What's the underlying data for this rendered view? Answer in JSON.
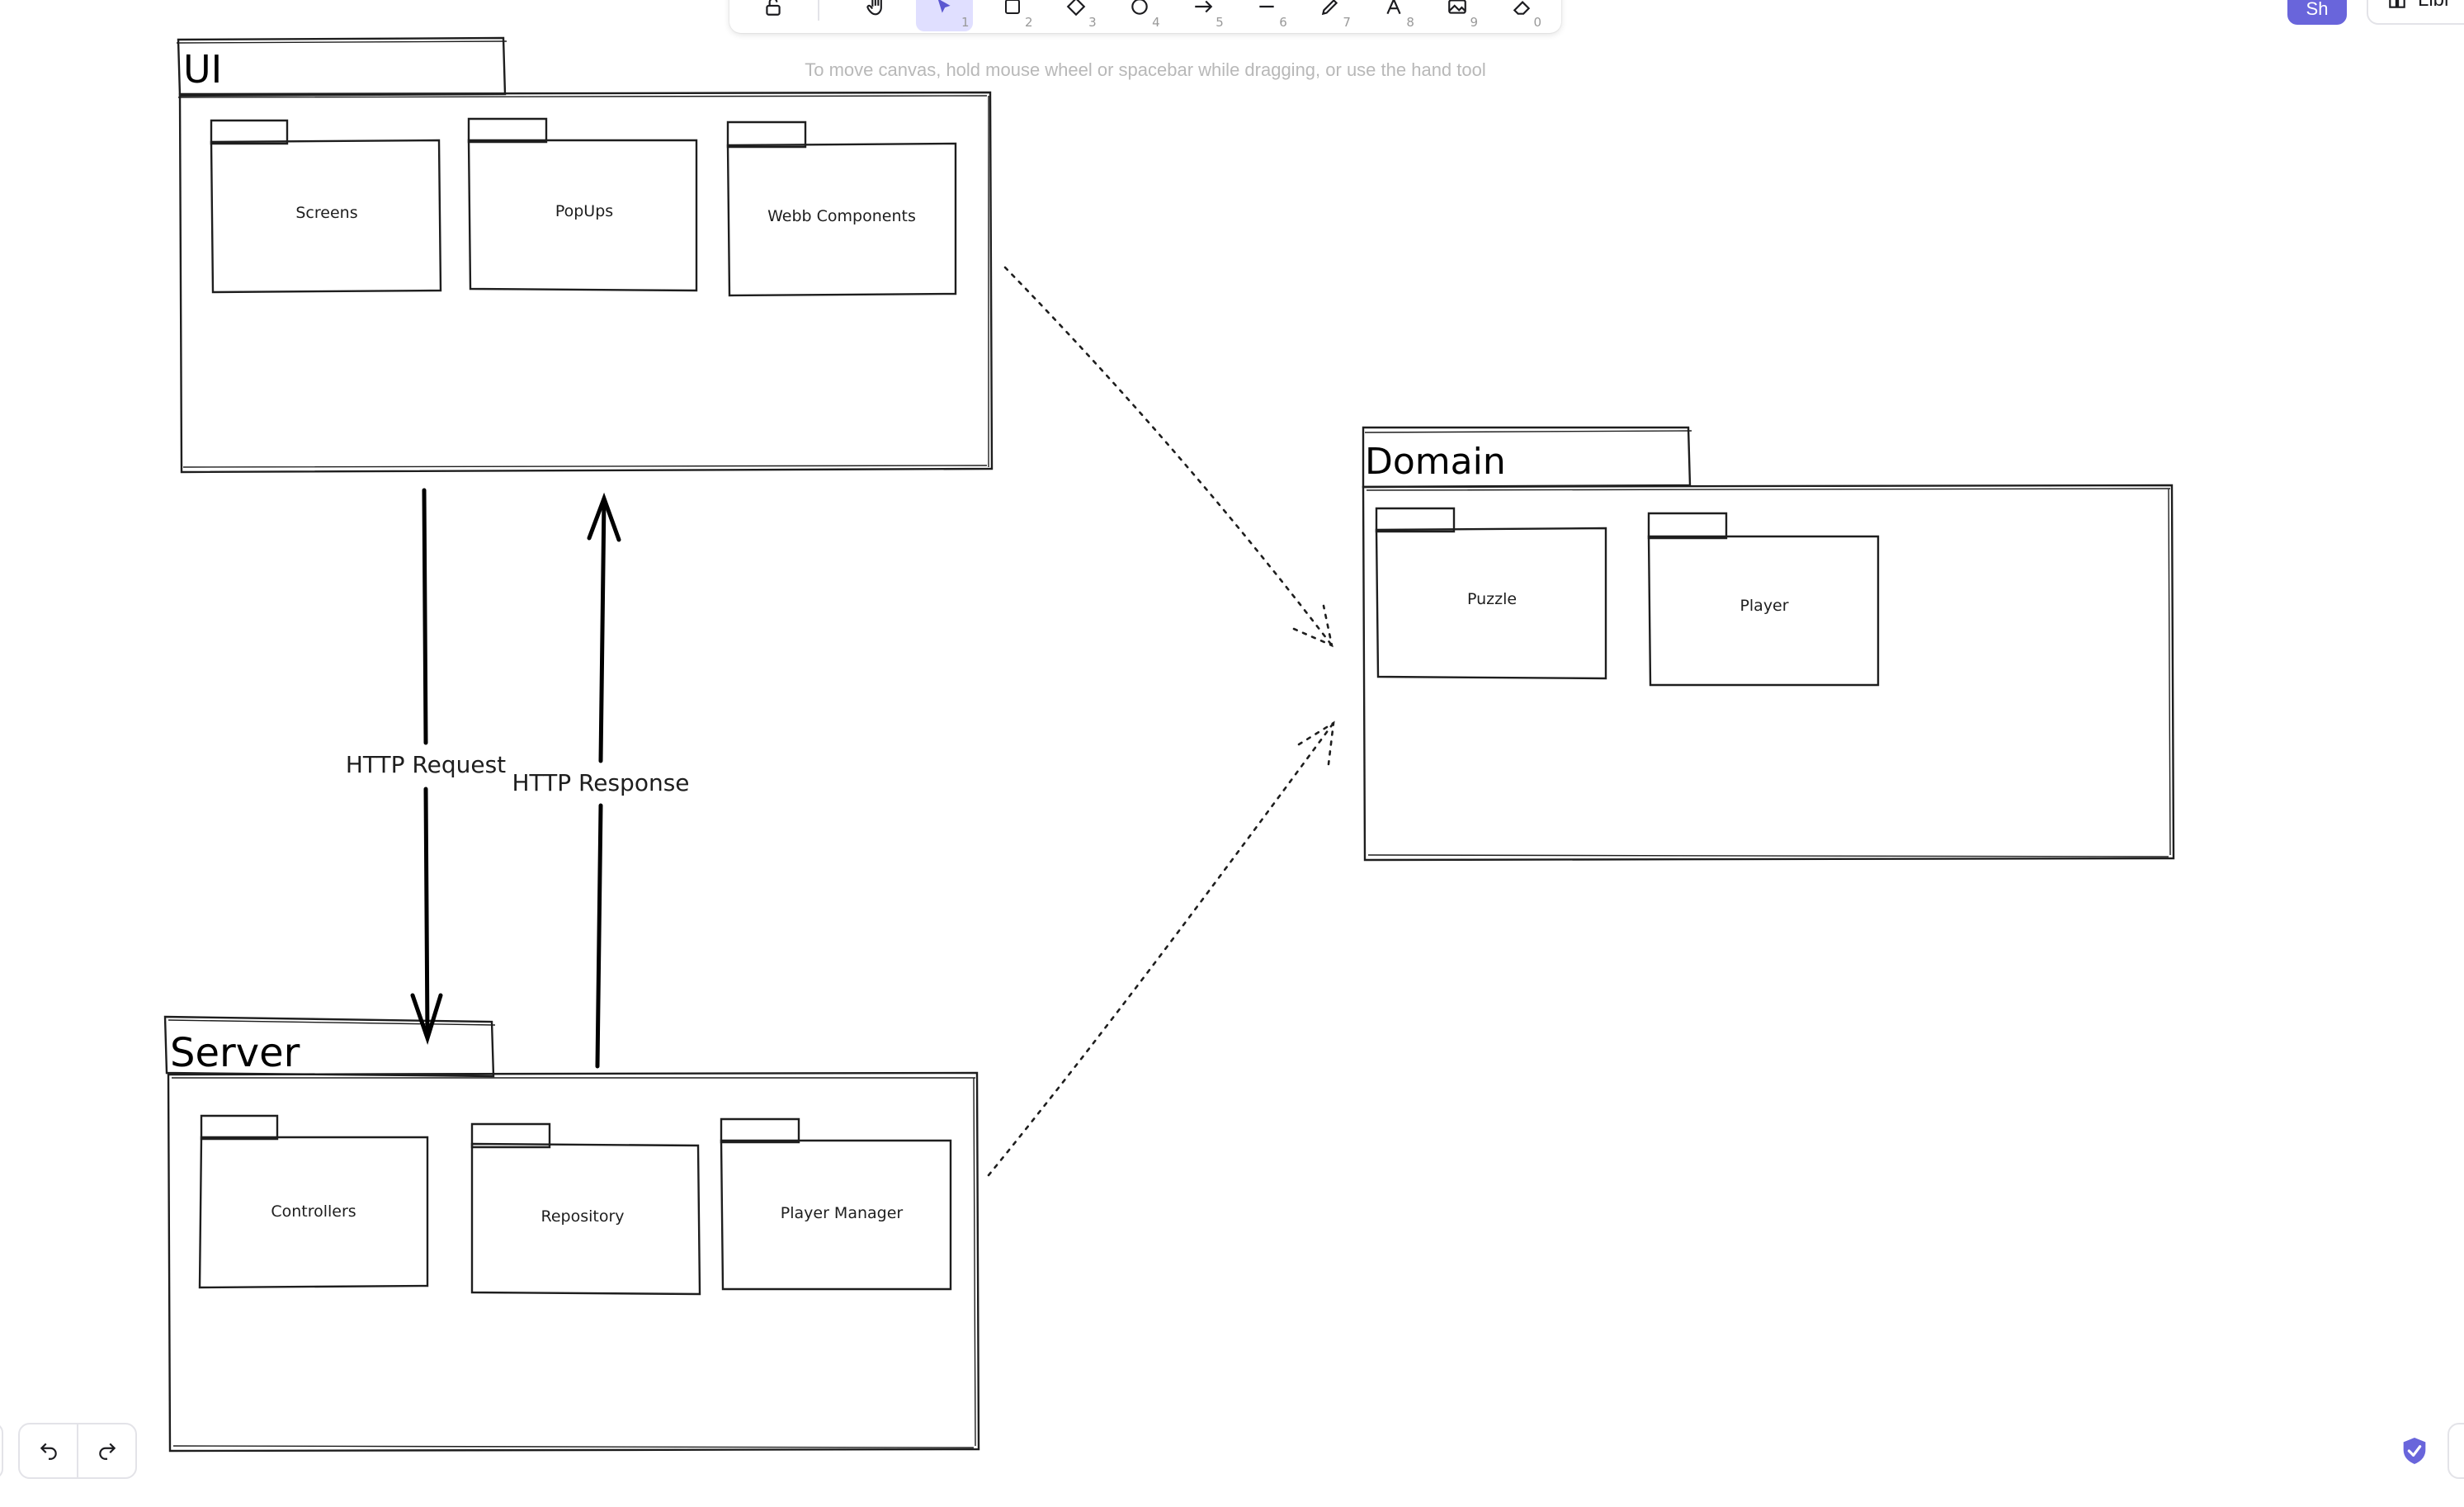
{
  "toolbar": {
    "tools": [
      {
        "name": "lock",
        "icon": "lock-icon",
        "key": ""
      },
      {
        "name": "hand",
        "icon": "hand-icon",
        "key": ""
      },
      {
        "name": "selection",
        "icon": "pointer-icon",
        "key": "1"
      },
      {
        "name": "rectangle",
        "icon": "square-icon",
        "key": "2"
      },
      {
        "name": "diamond",
        "icon": "diamond-icon",
        "key": "3"
      },
      {
        "name": "ellipse",
        "icon": "circle-icon",
        "key": "4"
      },
      {
        "name": "arrow",
        "icon": "arrow-icon",
        "key": "5"
      },
      {
        "name": "line",
        "icon": "line-icon",
        "key": "6"
      },
      {
        "name": "draw",
        "icon": "pencil-icon",
        "key": "7"
      },
      {
        "name": "text",
        "icon": "text-icon",
        "key": "8"
      },
      {
        "name": "image",
        "icon": "image-icon",
        "key": "9"
      },
      {
        "name": "eraser",
        "icon": "eraser-icon",
        "key": "0"
      }
    ],
    "active_tool": "selection",
    "accent": "#6965db"
  },
  "hint": "To move canvas, hold mouse wheel or spacebar while dragging, or use the hand tool",
  "share": {
    "label": "Sh"
  },
  "library": {
    "label": "Libr"
  },
  "diagram": {
    "packages": {
      "ui": {
        "title": "UI",
        "children": [
          "Screens",
          "PopUps",
          "Webb Components"
        ]
      },
      "server": {
        "title": "Server",
        "children": [
          "Controllers",
          "Repository",
          "Player Manager"
        ]
      },
      "domain": {
        "title": "Domain",
        "children": [
          "Puzzle",
          "Player"
        ]
      }
    },
    "connections": {
      "request": "HTTP Request",
      "response": "HTTP Response"
    }
  },
  "footer": {
    "undo": "undo-icon",
    "redo": "redo-icon",
    "shield": "shield-check-icon"
  }
}
